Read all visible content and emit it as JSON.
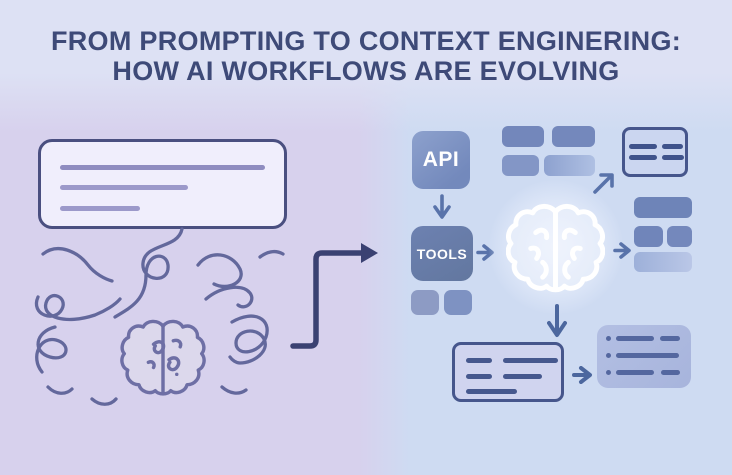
{
  "title": {
    "line1": "FROM PROMPTING TO CONTEXT ENGINERING:",
    "line2": "HOW AI WORKFLOWS ARE EVOLVING"
  },
  "left_scene": {
    "prompt_card": "blank prompt card with three placeholder text lines",
    "doodles": "tangled scribble lines around a brain doodle"
  },
  "right_scene": {
    "api_box_label": "API",
    "tools_box_label": "TOOLS",
    "flow": "API -> TOOLS -> brain -> output cards"
  },
  "icons": {
    "brain_doodle": "brain-doodle-icon",
    "brain": "brain-icon",
    "elbow_arrow": "elbow-arrow-icon",
    "down_arrow": "arrow-down-icon",
    "right_arrow": "arrow-right-icon",
    "diagonal_arrow": "arrow-up-right-icon"
  },
  "colors": {
    "background_left": "#d7d1ed",
    "background_right": "#cedbf2",
    "background_top": "#dde1f4",
    "title_text": "#3e4a78",
    "dark_arrow": "#3a4172",
    "doodle_stroke": "#63689c",
    "brain_doodle_stroke": "#6e6fa5",
    "brain_doodle_fill": "#dcd8ec",
    "prompt_card_border": "#4a4f80",
    "prompt_card_fill": "#f0eefc",
    "arrow_blue": "#5973aa",
    "arrow_blue_dark": "#4c679e",
    "card_border": "#46568c",
    "box_blue": "#7389bc",
    "box_blue_dark": "#62779f",
    "brain_icon_stroke": "#ffffff"
  }
}
